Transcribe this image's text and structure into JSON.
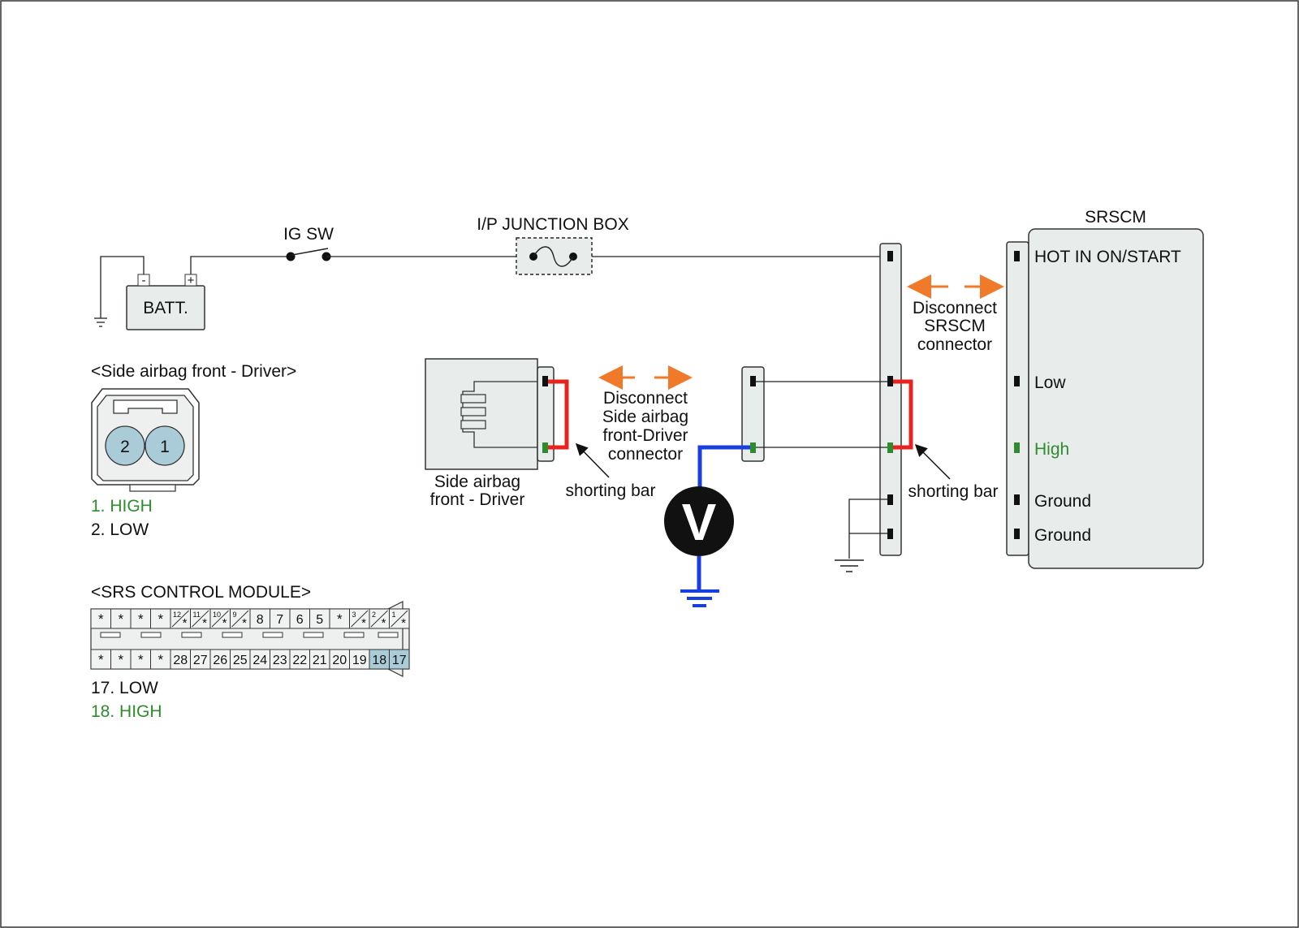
{
  "battery": {
    "label": "BATT.",
    "neg": "-",
    "pos": "+"
  },
  "ig_switch": {
    "label": "IG SW"
  },
  "junction_box": {
    "label": "I/P JUNCTION BOX"
  },
  "srscm": {
    "title": "SRSCM",
    "pins": [
      {
        "label": "HOT IN ON/START",
        "color": "#111111"
      },
      {
        "label": "Low",
        "color": "#111111"
      },
      {
        "label": "High",
        "color": "#2e8b2e"
      },
      {
        "label": "Ground",
        "color": "#111111"
      },
      {
        "label": "Ground",
        "color": "#111111"
      }
    ]
  },
  "disconnect_srscm": {
    "line1": "Disconnect",
    "line2": "SRSCM",
    "line3": "connector"
  },
  "disconnect_airbag": {
    "line1": "Disconnect",
    "line2": "Side airbag",
    "line3": "front-Driver",
    "line4": "connector"
  },
  "airbag_component": {
    "line1": "Side airbag",
    "line2": "front - Driver"
  },
  "shorting_bar_left": "shorting bar",
  "shorting_bar_right": "shorting bar",
  "voltmeter": "V",
  "side_airbag_connector": {
    "title": "<Side airbag front - Driver>",
    "pin2": "2",
    "pin1": "1",
    "legend": [
      {
        "text": "1. HIGH",
        "color": "#2e8b2e"
      },
      {
        "text": "2. LOW",
        "color": "#111111"
      }
    ]
  },
  "srs_module_connector": {
    "title": "<SRS CONTROL MODULE>",
    "top_row": [
      "*",
      "*",
      "*",
      "*",
      "12",
      "11",
      "10",
      "9",
      "8",
      "7",
      "6",
      "5",
      "*",
      "3",
      "2",
      "1"
    ],
    "bottom_row": [
      "*",
      "*",
      "*",
      "*",
      "28",
      "27",
      "26",
      "25",
      "24",
      "23",
      "22",
      "21",
      "20",
      "19",
      "18",
      "17"
    ],
    "highlighted": [
      "18",
      "17"
    ],
    "star": "*",
    "legend": [
      {
        "text": "17. LOW",
        "color": "#111111"
      },
      {
        "text": "18. HIGH",
        "color": "#2e8b2e"
      }
    ]
  },
  "colors": {
    "shorting_bar": "#e8231f",
    "meter_lead": "#1a3fe0",
    "arrows": "#f07a2a",
    "high_pin": "#2e8b2e"
  }
}
